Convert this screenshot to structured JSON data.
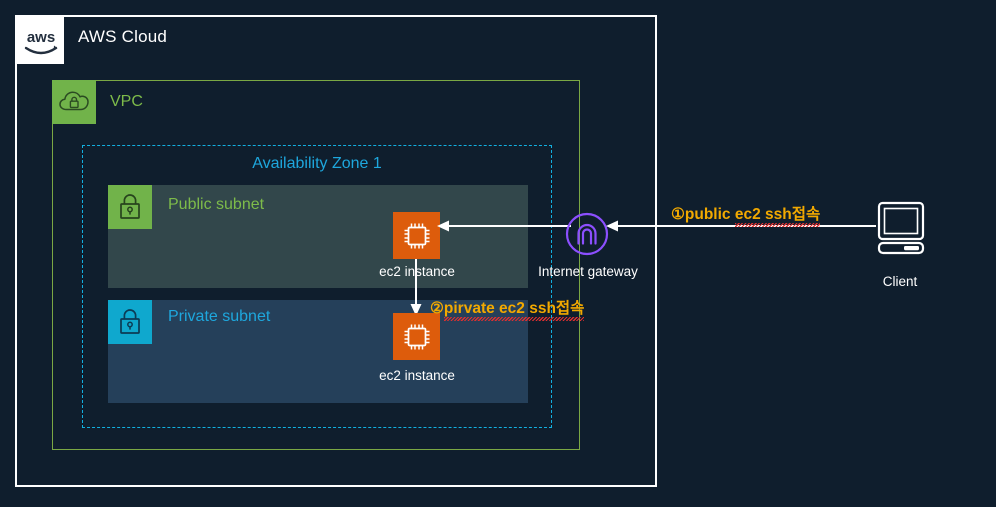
{
  "diagram": {
    "background_color": "#0f1e2d",
    "cloud": {
      "label": "AWS Cloud",
      "logo_text": "aws",
      "border_color": "#ffffff"
    },
    "vpc": {
      "label": "VPC",
      "icon": "vpc-cloud-lock-icon",
      "border_color": "#7aa844",
      "accent_color": "#71b34a"
    },
    "availability_zone": {
      "label": "Availability Zone 1",
      "border_color": "#12b0e0",
      "text_color": "#1ea7dd"
    },
    "subnets": [
      {
        "id": "public",
        "label": "Public subnet",
        "icon": "lock-icon",
        "badge_color": "#71b34a",
        "fill_color": "#32474b",
        "text_color": "#7dbb4a"
      },
      {
        "id": "private",
        "label": "Private subnet",
        "icon": "lock-icon",
        "badge_color": "#0fa8ce",
        "fill_color": "#25405a",
        "text_color": "#1ea7dd"
      }
    ],
    "nodes": [
      {
        "id": "ec2-public",
        "caption": "ec2 instance",
        "icon": "ec2-instance-icon",
        "color": "#dd5c0c"
      },
      {
        "id": "ec2-private",
        "caption": "ec2 instance",
        "icon": "ec2-instance-icon",
        "color": "#dd5c0c"
      },
      {
        "id": "internet-gateway",
        "caption": "Internet gateway",
        "icon": "internet-gateway-icon",
        "color": "#8c4fff"
      },
      {
        "id": "client",
        "caption": "Client",
        "icon": "client-computer-icon",
        "color": "#ffffff"
      }
    ],
    "annotations": [
      {
        "id": "step-1",
        "marker": "①",
        "clean_text": "public ",
        "misspelled_text": "ec2 ssh접속",
        "color": "#f2a900"
      },
      {
        "id": "step-2",
        "marker": "②",
        "clean_text": "",
        "misspelled_text": "pirvate ec2 ssh접속",
        "color": "#f2a900"
      }
    ],
    "connectors": [
      {
        "id": "client-to-igw",
        "from": "client",
        "to": "internet-gateway",
        "direction": "left",
        "color": "#ffffff"
      },
      {
        "id": "igw-to-ec2-public",
        "from": "internet-gateway",
        "to": "ec2-public",
        "direction": "left",
        "color": "#ffffff"
      },
      {
        "id": "ec2-public-to-ec2-private",
        "from": "ec2-public",
        "to": "ec2-private",
        "direction": "down",
        "color": "#ffffff"
      }
    ]
  }
}
